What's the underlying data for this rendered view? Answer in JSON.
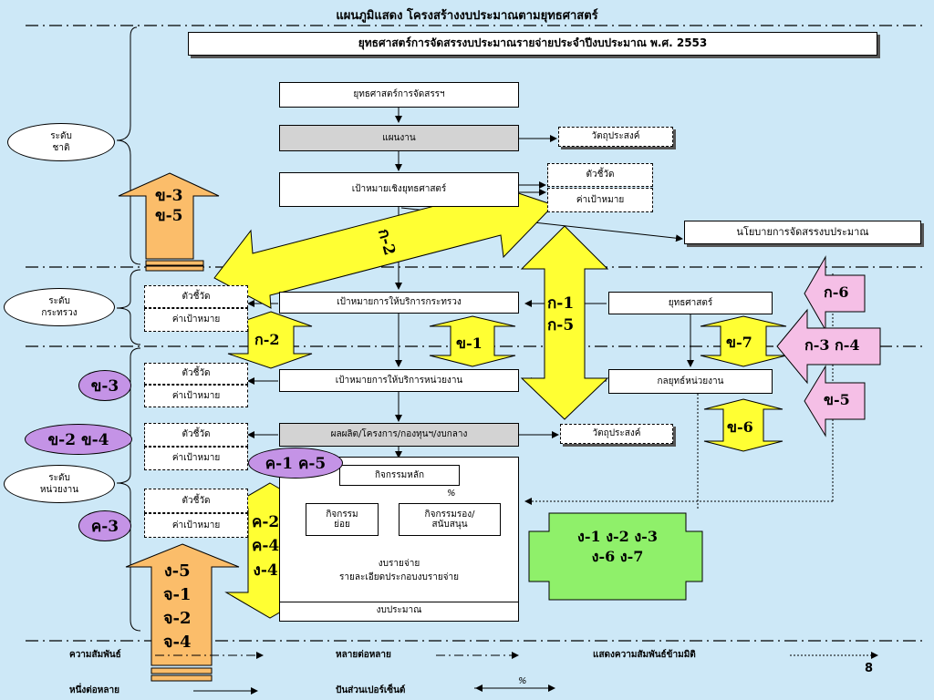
{
  "title": "แผนภูมิแสดง  โครงสร้างงบประมาณตามยุทธศาสตร์",
  "header_box": "ยุทธศาสตร์การจัดสรรงบประมาณรายจ่ายประจำปีงบประมาณ พ.ศ. 2553",
  "levels": {
    "national": [
      "ระดับ",
      "ชาติ"
    ],
    "ministry": [
      "ระดับ",
      "กระทรวง"
    ],
    "agency": [
      "ระดับ",
      "หน่วยงาน"
    ]
  },
  "flow": {
    "strategy": "ยุทธศาสตร์การจัดสรรฯ",
    "plan": "แผนงาน",
    "objective": "วัตถุประสงค์",
    "strategic_goal": "เป้าหมายเชิงยุทธศาสตร์",
    "indicator": "ตัวชี้วัด",
    "target_value": "ค่าเป้าหมาย",
    "policy": "นโยบายการจัดสรรงบประมาณ",
    "ministry_goal": "เป้าหมายการให้บริการกระทรวง",
    "ministry_strategy": "ยุทธศาสตร์",
    "agency_goal": "เป้าหมายการให้บริการหน่วยงาน",
    "agency_strategy": "กลยุทธ์หน่วยงาน",
    "output": "ผลผลิต/โครงการ/กองทุนฯ/งบกลาง",
    "main_activity": "กิจกรรมหลัก",
    "percent": "%",
    "sub_activity": [
      "กิจกรรม",
      "ย่อย"
    ],
    "support_activity": [
      "กิจกรรมรอง/",
      "สนับสนุน"
    ],
    "expenditure": [
      "งบรายจ่าย",
      "รายละเอียดประกอบงบรายจ่าย"
    ],
    "budget": "งบประมาณ"
  },
  "labels": {
    "k2_diag": "ก-2",
    "k1k5": [
      "ก-1",
      "ก-5"
    ],
    "k2_left": "ก-2",
    "kh1": "ข-1",
    "kh7": "ข-7",
    "kh6": "ข-6",
    "k6": "ก-6",
    "k3k4": "ก-3 ก-4",
    "kh5_right": "ข-5",
    "kh3kh5_up": [
      "ข-3",
      "ข-5"
    ],
    "kh3_badge": "ข-3",
    "kh2kh4_badge": "ข-2 ข-4",
    "kh3_badge_c": "ค-3",
    "c1c5_badge": "ค-1 ค-5",
    "c2c4g4": [
      "ค-2",
      "ค-4",
      "ง-4"
    ],
    "g5_up": [
      "ง-5",
      "จ-1",
      "จ-2",
      "จ-4"
    ],
    "green": [
      "ง-1 ง-2 ง-3",
      "ง-6 ง-7"
    ]
  },
  "legend": {
    "relation": "ความสัมพันธ์",
    "many_to_many": "หลายต่อหลาย",
    "cross_dimension": "แสดงความสัมพันธ์ข้ามมิติ",
    "one_to_many": "หนึ่งต่อหลาย",
    "percentage_share": "ปันส่วนเปอร์เซ็นต์",
    "percent_sign": "%"
  },
  "page_number": "8",
  "colors": {
    "background": "#cde8f7",
    "yellow": "#ffff33",
    "orange": "#fbbd6a",
    "pink": "#f5bfe6",
    "purple": "#c493e6",
    "green": "#8ff06a",
    "gray_box": "#d3d3d3"
  }
}
